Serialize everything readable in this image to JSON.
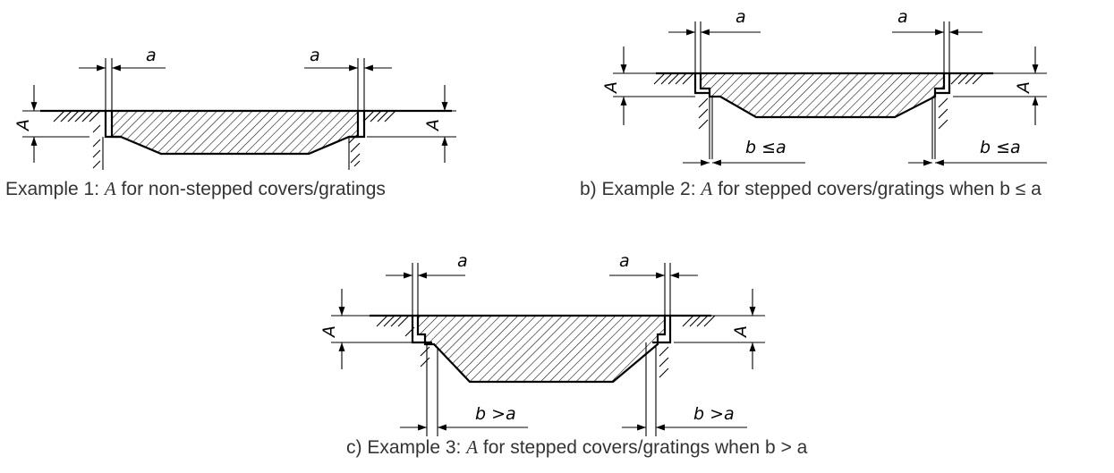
{
  "colors": {
    "line": "#000000",
    "caption": "#333333",
    "background": "#ffffff"
  },
  "figures": [
    {
      "id": "example-1",
      "labels": {
        "gap_left": "a",
        "gap_right": "a",
        "height_left": "A",
        "height_right": "A"
      },
      "caption": {
        "prefix": "Example 1: ",
        "symbol": "A",
        "suffix": " for non-stepped covers/gratings"
      }
    },
    {
      "id": "example-2",
      "labels": {
        "gap_left": "a",
        "gap_right": "a",
        "height_left": "A",
        "height_right": "A",
        "step_left": "b ≤a",
        "step_right": "b ≤a"
      },
      "caption": {
        "prefix": "b) Example 2: ",
        "symbol": "A",
        "suffix": " for stepped covers/gratings when b ≤ a"
      }
    },
    {
      "id": "example-3",
      "labels": {
        "gap_left": "a",
        "gap_right": "a",
        "height_left": "A",
        "height_right": "A",
        "step_left": "b >a",
        "step_right": "b >a"
      },
      "caption": {
        "prefix": "c) Example 3: ",
        "symbol": "A",
        "suffix": " for stepped covers/gratings when b > a"
      }
    }
  ]
}
